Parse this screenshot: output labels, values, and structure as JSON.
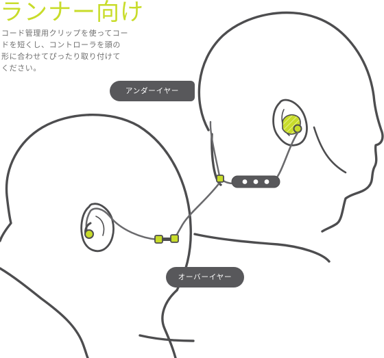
{
  "title": "ランナー向け",
  "description": "コード管理用クリップを使ってコー\nドを短くし、コントローラを頭の\n形に合わせてぴったり取り付けて\nください。",
  "labels": {
    "under_ear": "アンダーイヤー",
    "over_ear": "オーバーイヤー"
  },
  "colors": {
    "accent": "#c8dc2a",
    "outline": "#4d4d4f",
    "pill": "#58585b",
    "text": "#6e6e6e",
    "background": "#ffffff"
  }
}
